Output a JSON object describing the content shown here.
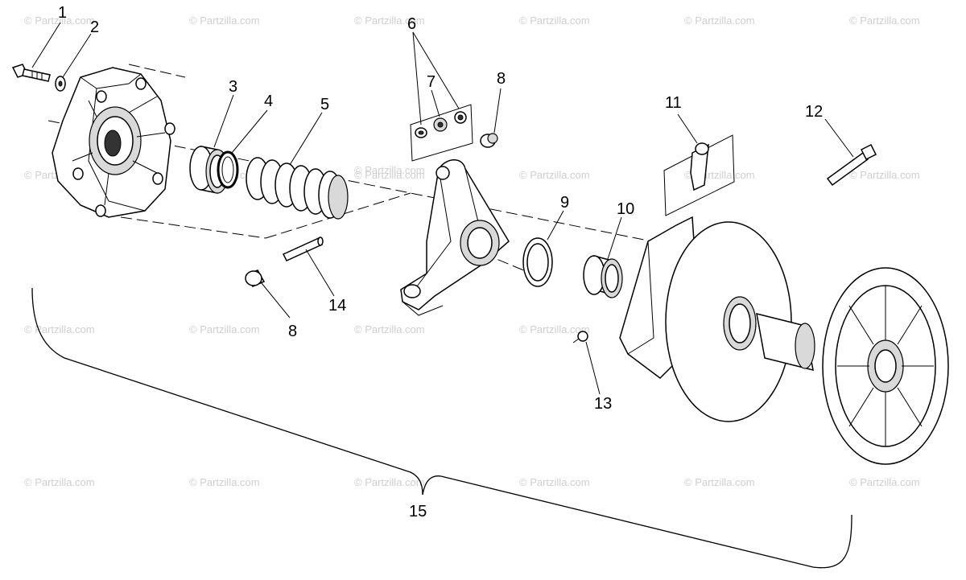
{
  "watermark": "© Partzilla.com",
  "callouts": {
    "c1": "1",
    "c2": "2",
    "c3": "3",
    "c4": "4",
    "c5": "5",
    "c6": "6",
    "c7": "7",
    "c8a": "8",
    "c8b": "8",
    "c9": "9",
    "c10": "10",
    "c11": "11",
    "c12": "12",
    "c13": "13",
    "c14": "14",
    "c15": "15"
  }
}
